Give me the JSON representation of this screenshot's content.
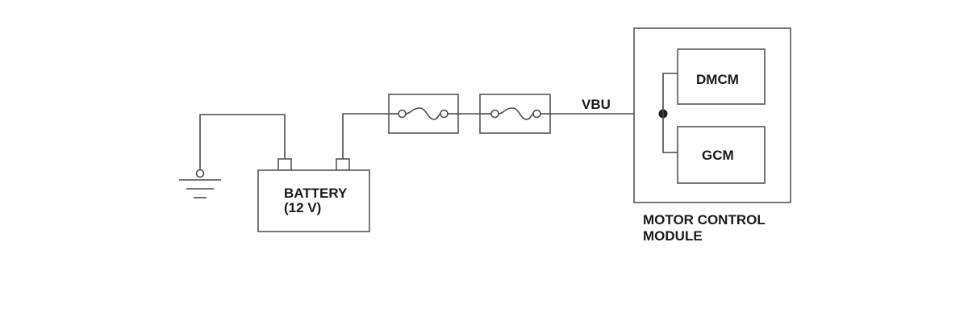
{
  "diagram": {
    "battery": {
      "line1": "BATTERY",
      "line2": "(12 V)"
    },
    "bus_label": "VBU",
    "module": {
      "line1": "MOTOR CONTROL",
      "line2": "MODULE",
      "sub_dmcm": "DMCM",
      "sub_gcm": "GCM"
    }
  }
}
